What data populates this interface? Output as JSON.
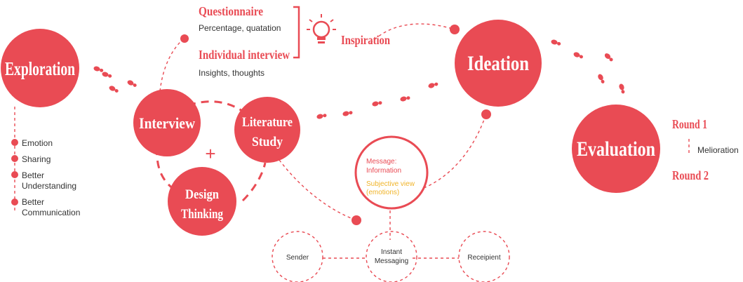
{
  "colors": {
    "accent": "#e94b54",
    "yellow": "#f0b429",
    "text": "#333333"
  },
  "nodes": {
    "exploration": "Exploration",
    "interview": "Interview",
    "literature": [
      "Literature",
      "Study"
    ],
    "design": [
      "Design",
      "Thinking"
    ],
    "ideation": "Ideation",
    "evaluation": "Evaluation"
  },
  "exploration_list": [
    "Emotion",
    "Sharing",
    "Better",
    "Understanding",
    "Better",
    "Communication"
  ],
  "interview_methods": {
    "questionnaire": "Questionnaire",
    "questionnaire_sub": "Percentage, quatation",
    "individual": "Individual interview",
    "individual_sub": "Insights, thoughts",
    "inspiration": "Inspiration",
    "icon": "lightbulb-icon"
  },
  "plus": "+",
  "message": {
    "line1": "Message:",
    "line2": "Information",
    "line3": "Subjective view",
    "line4": "(emotions)"
  },
  "messaging": {
    "sender": "Sender",
    "im1": "Instant",
    "im2": "Messaging",
    "recipient": "Receipient"
  },
  "evaluation_rounds": {
    "round1": "Round 1",
    "round2": "Round 2",
    "melioration": "Melioration"
  },
  "footprint_icon": "footprint-icon"
}
